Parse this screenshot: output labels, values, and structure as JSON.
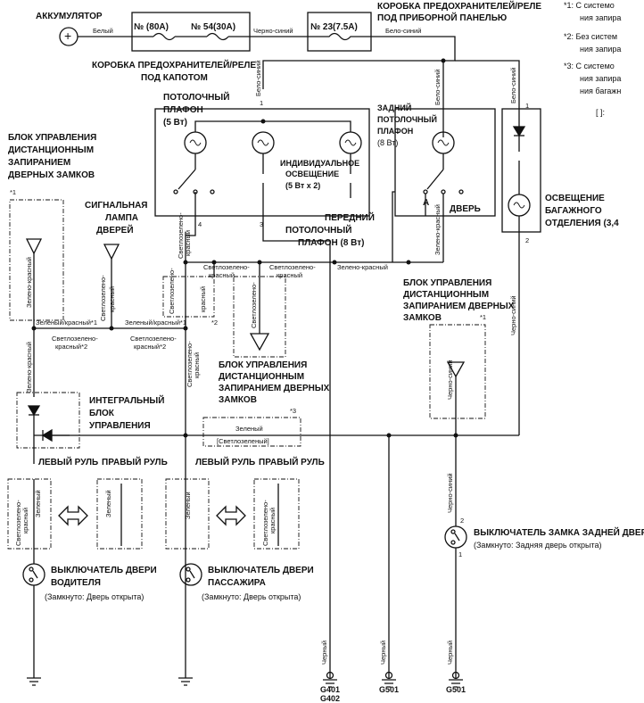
{
  "notes": [
    "*1: С  системо",
    "ния запира",
    "*2: Без систем",
    "ния запира",
    "*3: С  системо",
    "ния запира",
    "ния багажн",
    "[ ]: "
  ],
  "battery_label": "АККУМУЛЯТОР",
  "battery_wire": "Белый",
  "fuse_80": "№ (80A)",
  "fuse_54": "№ 54(30A)",
  "hood_box": "КОРОБКА ПРЕДОХРАНИТЕЛЕЙ/РЕЛЕ",
  "hood_box2": "ПОД КАПОТОМ",
  "wire_black_blue": "Черно-синий",
  "fuse_23": "№ 23(7.5A)",
  "panel_box": "КОРОБКА ПРЕДОХРАНИТЕЛЕЙ/РЕЛЕ",
  "panel_box2": "ПОД ПРИБОРНОЙ ПАНЕЛЬЮ",
  "wire_white_blue": "Бело-синий",
  "ceiling_lamp": "ПОТОЛОЧНЫЙ",
  "ceiling_lamp2": "ПЛАФОН",
  "ceiling_lamp3": "(5 Вт)",
  "individual": "ИНДИВИДУАЛЬНОЕ",
  "individual2": "ОСВЕЩЕНИЕ",
  "individual3": "(5 Вт x 2)",
  "front_lamp": "ПЕРЕДНИЙ",
  "front_lamp2": "ПОТОЛОЧНЫЙ",
  "front_lamp3": "ПЛАФОН (8 Вт)",
  "rear_lamp": "ЗАДНИЙ",
  "rear_lamp2": "ПОТОЛОЧНЫЙ",
  "rear_lamp3": "ПЛАФОН",
  "rear_lamp4": "(8 Вт)",
  "door": "ДВЕРЬ",
  "pin_a": "A",
  "trunk": "ОСВЕЩЕНИЕ",
  "trunk2": "БАГАЖНОГО",
  "trunk3": "ОТДЕЛЕНИЯ (3,4",
  "lock_unit_left": "БЛОК УПРАВЛЕНИЯ",
  "lock_unit_left2": "ДИСТАНЦИОННЫМ",
  "lock_unit_left3": "ЗАПИРАНИЕМ",
  "lock_unit_left4": "ДВЕРНЫХ ЗАМКОВ",
  "star1": "*1",
  "star2": "*2",
  "star3": "*3",
  "signal_lamp": "СИГНАЛЬНАЯ",
  "signal_lamp2": "ЛАМПА",
  "signal_lamp3": "ДВЕРЕЙ",
  "lock_unit_mid": "БЛОК УПРАВЛЕНИЯ",
  "lock_unit_mid2": "ДИСТАНЦИОННЫМ",
  "lock_unit_mid3": "ЗАПИРАНИЕМ ДВЕРНЫХ",
  "lock_unit_mid4": "ЗАМКОВ",
  "lock_unit_right": "БЛОК УПРАВЛЕНИЯ",
  "lock_unit_right2": "ДИСТАНЦИОННЫМ",
  "lock_unit_right3": "ЗАПИРАНИЕМ ДВЕРНЫХ",
  "lock_unit_right4": "ЗАМКОВ",
  "integral": "ИНТЕГРАЛЬНЫЙ",
  "integral2": "БЛОК",
  "integral3": "УПРАВЛЕНИЯ",
  "left_wheel": "ЛЕВЫЙ РУЛЬ",
  "right_wheel": "ПРАВЫЙ РУЛЬ",
  "left_wheel_b": "ЛЕВЫЙ РУЛЬ",
  "right_wheel_b": "ПРАВЫЙ РУЛЬ",
  "wire_green_red": "Зелено-красный",
  "wire_green_red1": "Зеленый/красный*1",
  "wire_green_red1b": "Зеленый/красный*1",
  "wire_lgreen_red2": "Светлозелено-",
  "wire_lgreen_red2b": "красный*2",
  "wire_lgreen_red2c": "Светлозелено-",
  "wire_lgreen_red2d": "красный*2",
  "wire_lgreen_red": "Светлозелено-",
  "wire_lgreen_red_b": "красный",
  "wire_green": "Зеленый",
  "wire_green_lg": "[Светлозеленый]",
  "wire_black": "Черный",
  "wire_black2": "Черный",
  "wire_black3": "Черный",
  "driver_sw": "ВЫКЛЮЧАТЕЛЬ ДВЕРИ",
  "driver_sw2": "ВОДИТЕЛЯ",
  "driver_sw3": "(Замкнуто: Дверь открыта)",
  "pass_sw": "ВЫКЛЮЧАТЕЛЬ ДВЕРИ",
  "pass_sw2": "ПАССАЖИРА",
  "pass_sw3": "(Замкнуто: Дверь открыта)",
  "rear_sw": "ВЫКЛЮЧАТЕЛЬ ЗАМКА ЗАДНЕЙ ДВЕРИ",
  "rear_sw2": "(Замкнуто: Задняя дверь открыта)",
  "g401": "G401",
  "g402": "G402",
  "g501a": "G501",
  "g501b": "G501",
  "pin1": "1",
  "pin2": "2",
  "pin3": "3",
  "pin4": "4",
  "pin1b": "1",
  "pin2b": "2",
  "pin1c": "1",
  "pin2c": "2"
}
